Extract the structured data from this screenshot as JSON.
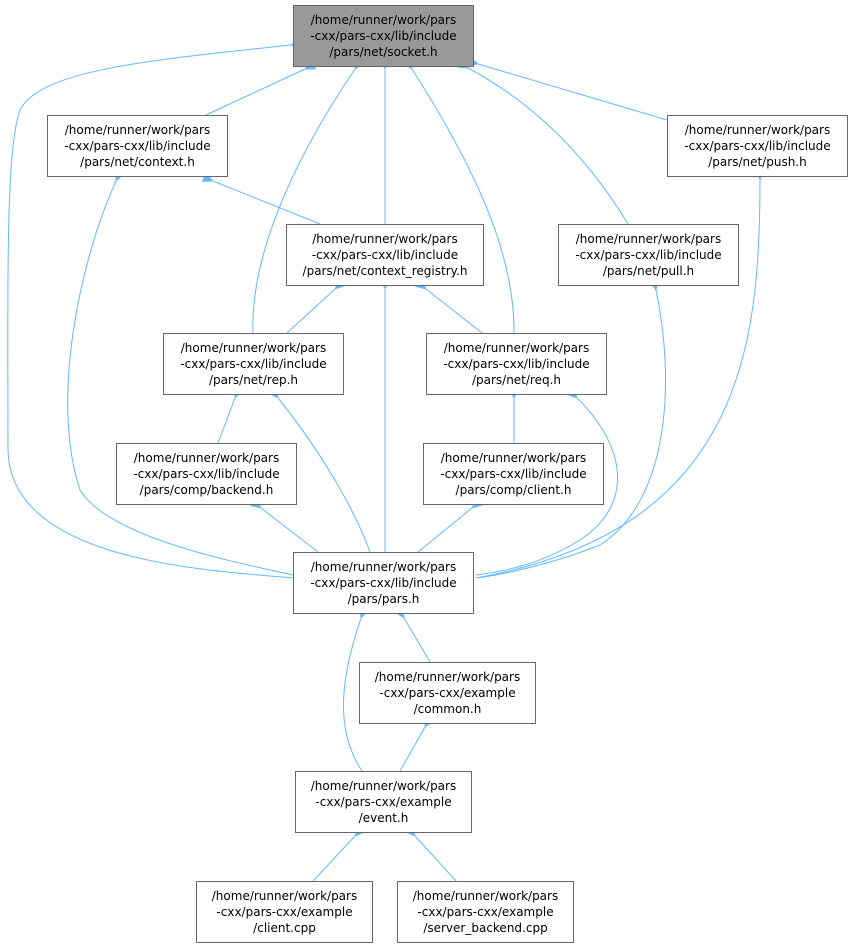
{
  "title": "Include dependency graph for socket.h",
  "colors": {
    "edge": "#63b8ff",
    "root_fill": "#999999",
    "node_border": "#666666"
  },
  "nodes": {
    "socket": [
      "/home/runner/work/pars",
      "-cxx/pars-cxx/lib/include",
      "/pars/net/socket.h"
    ],
    "context": [
      "/home/runner/work/pars",
      "-cxx/pars-cxx/lib/include",
      "/pars/net/context.h"
    ],
    "push": [
      "/home/runner/work/pars",
      "-cxx/pars-cxx/lib/include",
      "/pars/net/push.h"
    ],
    "registry": [
      "/home/runner/work/pars",
      "-cxx/pars-cxx/lib/include",
      "/pars/net/context_registry.h"
    ],
    "pull": [
      "/home/runner/work/pars",
      "-cxx/pars-cxx/lib/include",
      "/pars/net/pull.h"
    ],
    "rep": [
      "/home/runner/work/pars",
      "-cxx/pars-cxx/lib/include",
      "/pars/net/rep.h"
    ],
    "req": [
      "/home/runner/work/pars",
      "-cxx/pars-cxx/lib/include",
      "/pars/net/req.h"
    ],
    "backend": [
      "/home/runner/work/pars",
      "-cxx/pars-cxx/lib/include",
      "/pars/comp/backend.h"
    ],
    "client": [
      "/home/runner/work/pars",
      "-cxx/pars-cxx/lib/include",
      "/pars/comp/client.h"
    ],
    "pars": [
      "/home/runner/work/pars",
      "-cxx/pars-cxx/lib/include",
      "/pars/pars.h"
    ],
    "common": [
      "/home/runner/work/pars",
      "-cxx/pars-cxx/example",
      "/common.h"
    ],
    "event": [
      "/home/runner/work/pars",
      "-cxx/pars-cxx/example",
      "/event.h"
    ],
    "client_cpp": [
      "/home/runner/work/pars",
      "-cxx/pars-cxx/example",
      "/client.cpp"
    ],
    "server_backend_cpp": [
      "/home/runner/work/pars",
      "-cxx/pars-cxx/example",
      "/server_backend.cpp"
    ]
  }
}
